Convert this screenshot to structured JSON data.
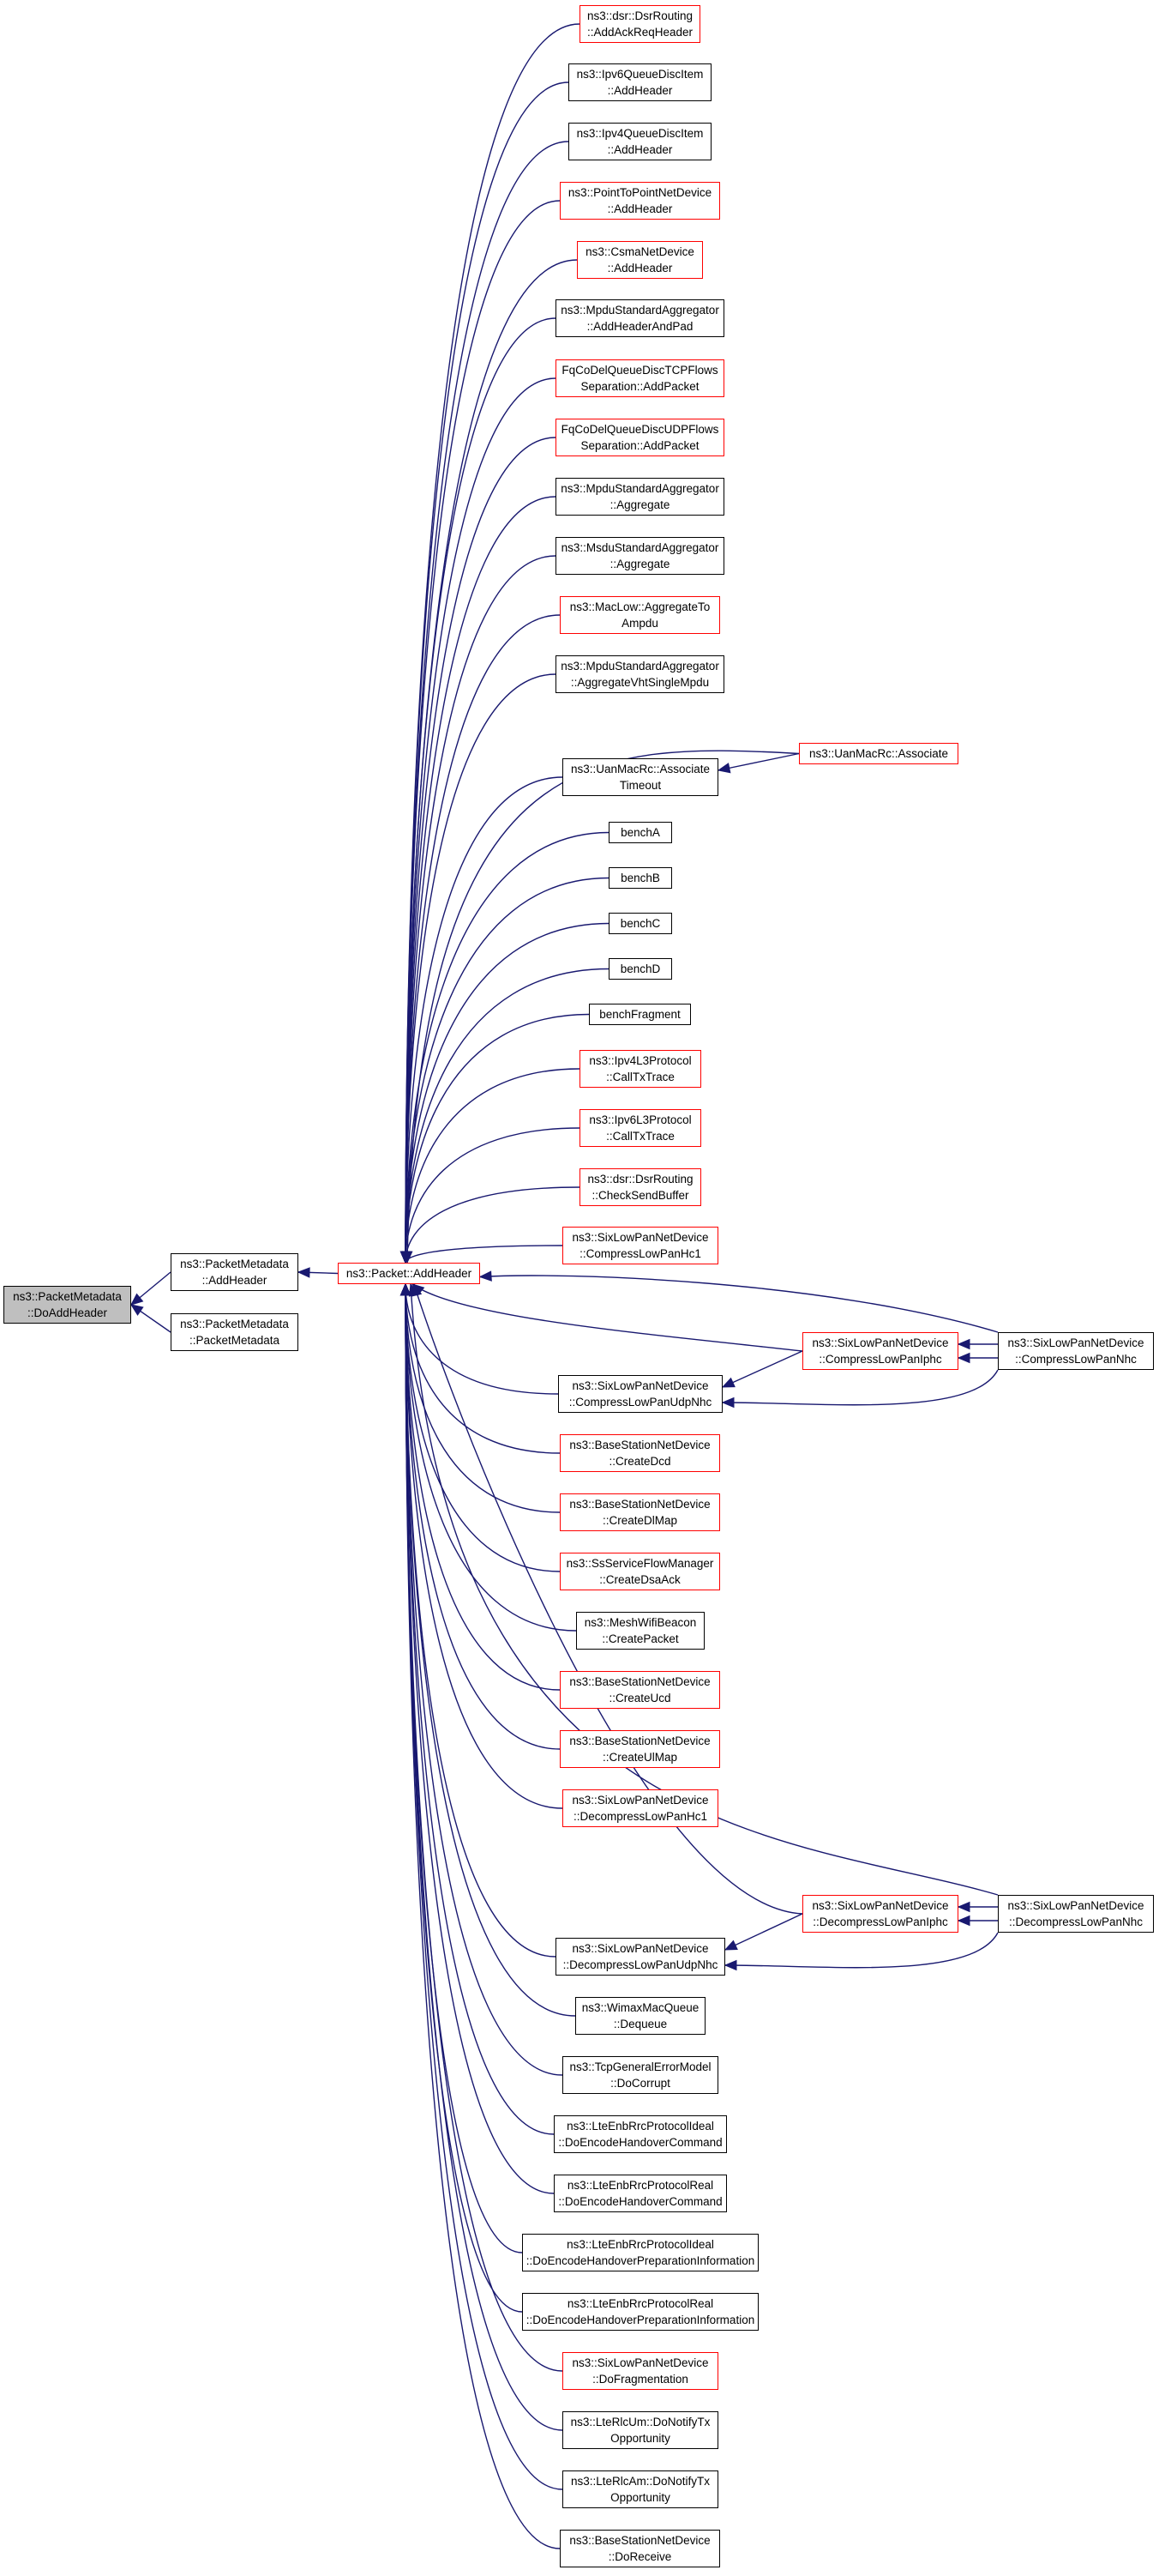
{
  "colors": {
    "edge": "#191970",
    "node_border": "#000000",
    "node_border_red": "#ff0000",
    "root_fill": "#bfbfbf",
    "node_fill": "#ffffff"
  },
  "nodes": {
    "root": {
      "lines": [
        "ns3::PacketMetadata",
        "::DoAddHeader"
      ]
    },
    "pm_add": {
      "lines": [
        "ns3::PacketMetadata",
        "::AddHeader"
      ]
    },
    "pm_ctor": {
      "lines": [
        "ns3::PacketMetadata",
        "::PacketMetadata"
      ]
    },
    "pkt": {
      "lines": [
        "ns3::Packet::AddHeader"
      ]
    },
    "c1": {
      "lines": [
        "ns3::dsr::DsrRouting",
        "::AddAckReqHeader"
      ]
    },
    "c2": {
      "lines": [
        "ns3::Ipv6QueueDiscItem",
        "::AddHeader"
      ]
    },
    "c3": {
      "lines": [
        "ns3::Ipv4QueueDiscItem",
        "::AddHeader"
      ]
    },
    "c4": {
      "lines": [
        "ns3::PointToPointNetDevice",
        "::AddHeader"
      ]
    },
    "c5": {
      "lines": [
        "ns3::CsmaNetDevice",
        "::AddHeader"
      ]
    },
    "c6": {
      "lines": [
        "ns3::MpduStandardAggregator",
        "::AddHeaderAndPad"
      ]
    },
    "c7": {
      "lines": [
        "FqCoDelQueueDiscTCPFlows",
        "Separation::AddPacket"
      ]
    },
    "c8": {
      "lines": [
        "FqCoDelQueueDiscUDPFlows",
        "Separation::AddPacket"
      ]
    },
    "c9": {
      "lines": [
        "ns3::MpduStandardAggregator",
        "::Aggregate"
      ]
    },
    "c10": {
      "lines": [
        "ns3::MsduStandardAggregator",
        "::Aggregate"
      ]
    },
    "c11": {
      "lines": [
        "ns3::MacLow::AggregateTo",
        "Ampdu"
      ]
    },
    "c12": {
      "lines": [
        "ns3::MpduStandardAggregator",
        "::AggregateVhtSingleMpdu"
      ]
    },
    "c13": {
      "lines": [
        "ns3::UanMacRc::Associate",
        "Timeout"
      ]
    },
    "c13b": {
      "lines": [
        "ns3::UanMacRc::Associate"
      ]
    },
    "c14": {
      "lines": [
        "benchA"
      ]
    },
    "c15": {
      "lines": [
        "benchB"
      ]
    },
    "c16": {
      "lines": [
        "benchC"
      ]
    },
    "c17": {
      "lines": [
        "benchD"
      ]
    },
    "c18": {
      "lines": [
        "benchFragment"
      ]
    },
    "c19": {
      "lines": [
        "ns3::Ipv4L3Protocol",
        "::CallTxTrace"
      ]
    },
    "c20": {
      "lines": [
        "ns3::Ipv6L3Protocol",
        "::CallTxTrace"
      ]
    },
    "c21": {
      "lines": [
        "ns3::dsr::DsrRouting",
        "::CheckSendBuffer"
      ]
    },
    "c22": {
      "lines": [
        "ns3::SixLowPanNetDevice",
        "::CompressLowPanHc1"
      ]
    },
    "c23": {
      "lines": [
        "ns3::SixLowPanNetDevice",
        "::CompressLowPanUdpNhc"
      ]
    },
    "c23b": {
      "lines": [
        "ns3::SixLowPanNetDevice",
        "::CompressLowPanIphc"
      ]
    },
    "c23c": {
      "lines": [
        "ns3::SixLowPanNetDevice",
        "::CompressLowPanNhc"
      ]
    },
    "c24": {
      "lines": [
        "ns3::BaseStationNetDevice",
        "::CreateDcd"
      ]
    },
    "c25": {
      "lines": [
        "ns3::BaseStationNetDevice",
        "::CreateDlMap"
      ]
    },
    "c26": {
      "lines": [
        "ns3::SsServiceFlowManager",
        "::CreateDsaAck"
      ]
    },
    "c27": {
      "lines": [
        "ns3::MeshWifiBeacon",
        "::CreatePacket"
      ]
    },
    "c28": {
      "lines": [
        "ns3::BaseStationNetDevice",
        "::CreateUcd"
      ]
    },
    "c29": {
      "lines": [
        "ns3::BaseStationNetDevice",
        "::CreateUlMap"
      ]
    },
    "c30": {
      "lines": [
        "ns3::SixLowPanNetDevice",
        "::DecompressLowPanHc1"
      ]
    },
    "c31": {
      "lines": [
        "ns3::SixLowPanNetDevice",
        "::DecompressLowPanUdpNhc"
      ]
    },
    "c31b": {
      "lines": [
        "ns3::SixLowPanNetDevice",
        "::DecompressLowPanIphc"
      ]
    },
    "c31c": {
      "lines": [
        "ns3::SixLowPanNetDevice",
        "::DecompressLowPanNhc"
      ]
    },
    "c32": {
      "lines": [
        "ns3::WimaxMacQueue",
        "::Dequeue"
      ]
    },
    "c33": {
      "lines": [
        "ns3::TcpGeneralErrorModel",
        "::DoCorrupt"
      ]
    },
    "c34": {
      "lines": [
        "ns3::LteEnbRrcProtocolIdeal",
        "::DoEncodeHandoverCommand"
      ]
    },
    "c35": {
      "lines": [
        "ns3::LteEnbRrcProtocolReal",
        "::DoEncodeHandoverCommand"
      ]
    },
    "c36": {
      "lines": [
        "ns3::LteEnbRrcProtocolIdeal",
        "::DoEncodeHandoverPreparationInformation"
      ]
    },
    "c37": {
      "lines": [
        "ns3::LteEnbRrcProtocolReal",
        "::DoEncodeHandoverPreparationInformation"
      ]
    },
    "c38": {
      "lines": [
        "ns3::SixLowPanNetDevice",
        "::DoFragmentation"
      ]
    },
    "c39": {
      "lines": [
        "ns3::LteRlcUm::DoNotifyTx",
        "Opportunity"
      ]
    },
    "c40": {
      "lines": [
        "ns3::LteRlcAm::DoNotifyTx",
        "Opportunity"
      ]
    },
    "c41": {
      "lines": [
        "ns3::BaseStationNetDevice",
        "::DoReceive"
      ]
    }
  }
}
